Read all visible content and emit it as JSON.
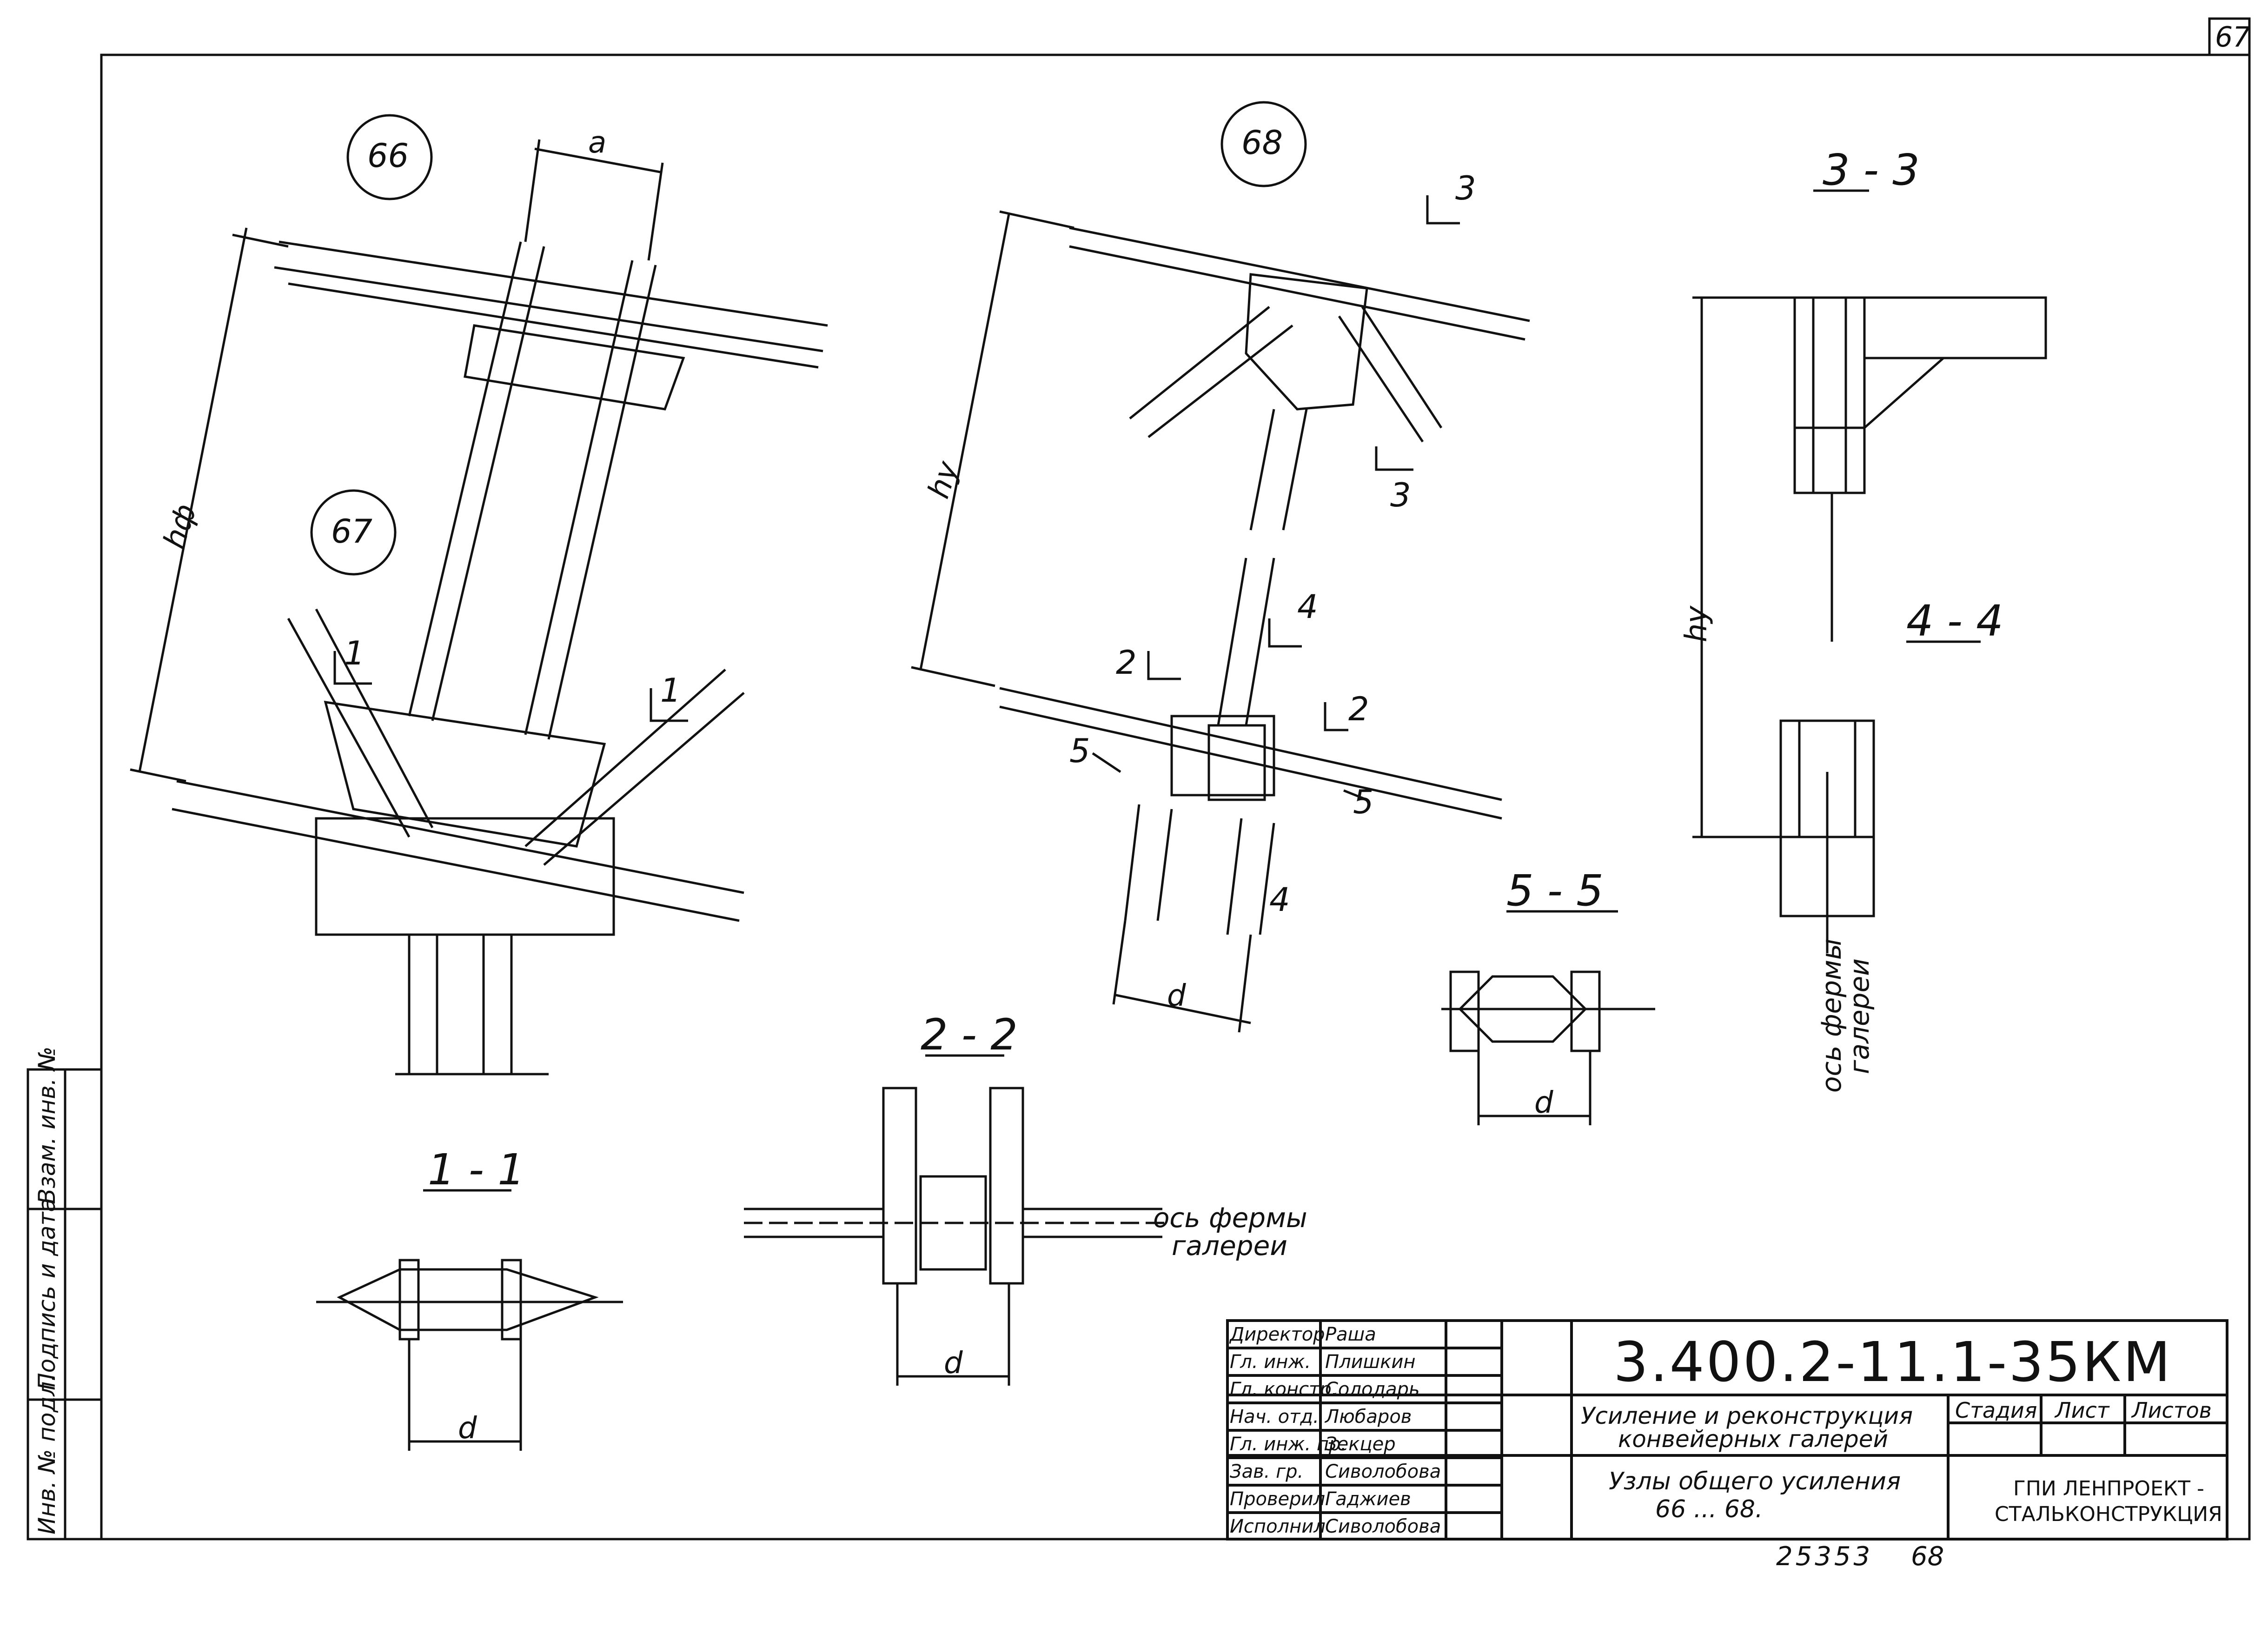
{
  "sheet": {
    "page_number": "67"
  },
  "nodes": {
    "n66": "66",
    "n67": "67",
    "n68": "68"
  },
  "sections": {
    "s11": "1 - 1",
    "s22": "2 - 2",
    "s33": "3 - 3",
    "s44": "4 - 4",
    "s55": "5 - 5"
  },
  "dims": {
    "a": "a",
    "d": "d",
    "hf": "hф",
    "hy": "hу"
  },
  "cuts": {
    "c1": "1",
    "c2": "2",
    "c3": "3",
    "c4": "4",
    "c5": "5"
  },
  "notes": {
    "axis_line1": "ось фермы",
    "axis_line2": "галереи"
  },
  "side_stamp": {
    "inv_podl": "Инв. № подл.",
    "sign_date": "Подпись и дата",
    "vzam": "Взам. инв. №"
  },
  "title_block": {
    "designation": "3.400.2-11.1-35КМ",
    "title_line1": "Усиление и реконструкция",
    "title_line2": "конвейерных галерей",
    "subtitle_line1": "Узлы общего усиления",
    "subtitle_line2": "66 ... 68.",
    "col_stage": "Стадия",
    "col_sheet": "Лист",
    "col_sheets": "Листов",
    "org_line1": "ГПИ ЛЕНПРОЕКТ -",
    "org_line2": "СТАЛЬКОНСТРУКЦИЯ",
    "roles": [
      {
        "role": "Директор",
        "name": "Раша"
      },
      {
        "role": "Гл. инж.",
        "name": "Плишкин"
      },
      {
        "role": "Гл. констр.",
        "name": "Солодарь"
      },
      {
        "role": "Нач. отд.",
        "name": "Любаров"
      },
      {
        "role": "Гл. инж. пр.",
        "name": "Зекцер"
      },
      {
        "role": "Зав. гр.",
        "name": "Сиволобова"
      },
      {
        "role": "Проверил",
        "name": "Гаджиев"
      },
      {
        "role": "Исполнил",
        "name": "Сиволобова"
      }
    ]
  },
  "footer": {
    "number": "25353",
    "sheet": "68"
  }
}
